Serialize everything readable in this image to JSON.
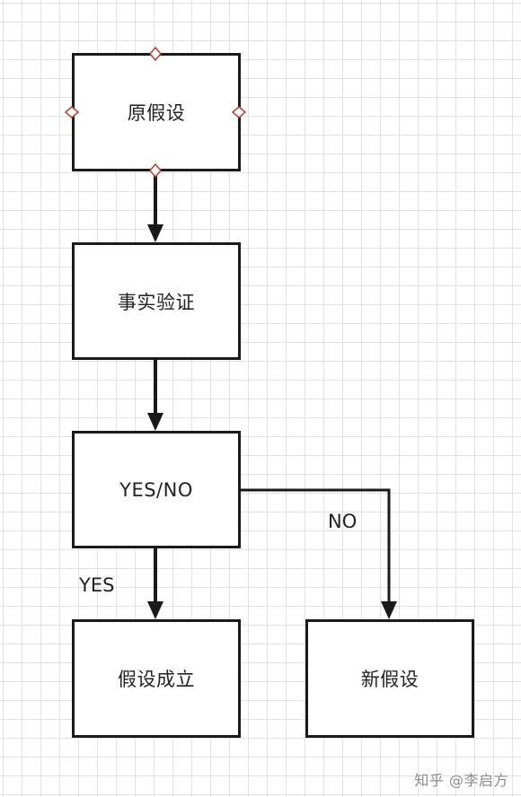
{
  "nodes": {
    "hypothesis": {
      "label": "原假设"
    },
    "verification": {
      "label": "事实验证"
    },
    "decision": {
      "label": "YES/NO"
    },
    "established": {
      "label": "假设成立"
    },
    "new_hypothesis": {
      "label": "新假设"
    }
  },
  "edges": {
    "yes_label": "YES",
    "no_label": "NO"
  },
  "colors": {
    "stroke": "#1a1a1a",
    "handle": "#c0392b",
    "grid": "#e2e2e2"
  },
  "watermark": "知乎 @李启方"
}
